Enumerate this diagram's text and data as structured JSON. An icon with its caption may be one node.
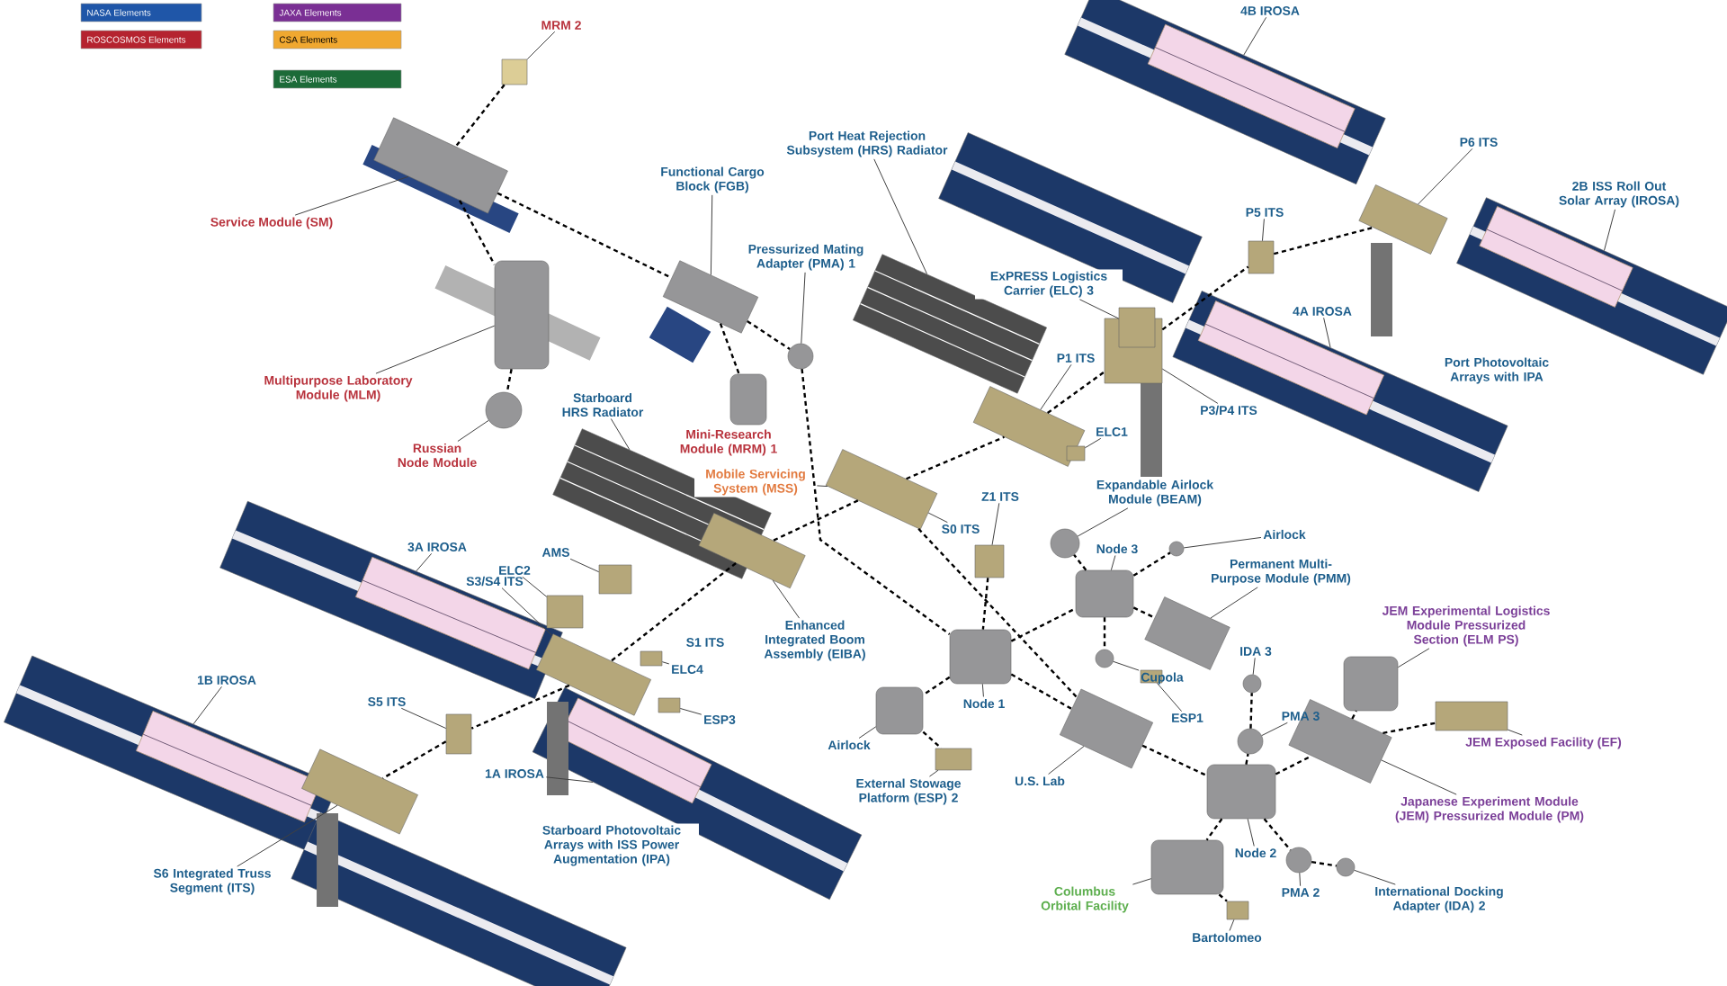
{
  "diagram": {
    "nodes": [
      {
        "text": [
          "MRM 2"
        ]
      },
      {
        "text": [
          "Service Module (SM)"
        ]
      },
      {
        "text": [
          "Functional Cargo Block (FGB)"
        ]
      },
      {
        "text": [
          "Port Heat Rejection Subsystem (HRS) Radiator"
        ]
      },
      {
        "text": [
          "Pressurized Mating Adapter (PMA) 1"
        ]
      },
      {
        "text": [
          "ExPRESS Logistics Carrier (ELC) 3"
        ]
      },
      {
        "text": [
          "P1 ITS"
        ]
      },
      {
        "text": [
          "4B IROSA"
        ]
      },
      {
        "text": [
          "P6 ITS"
        ]
      },
      {
        "text": [
          "P5 ITS"
        ]
      },
      {
        "text": [
          "2B ISS Roll Out Solar Array (IROSA)"
        ]
      },
      {
        "text": [
          "Multipurpose Laboratory Module (MLM)"
        ]
      },
      {
        "text": [
          "Russian Node Module"
        ]
      },
      {
        "text": [
          "Starboard HRS Radiator"
        ]
      },
      {
        "text": [
          "Mini-Research Module (MRM) 1"
        ]
      },
      {
        "text": [
          "Mobile Servicing System (MSS)"
        ]
      },
      {
        "text": [
          "4A IROSA"
        ]
      },
      {
        "text": [
          "P3/P4 ITS"
        ]
      },
      {
        "text": [
          "Port Photovoltaic Arrays with IPA"
        ]
      },
      {
        "text": [
          "ELC1"
        ]
      },
      {
        "text": [
          "Expandable Airlock Module (BEAM)"
        ]
      },
      {
        "text": [
          "S0 ITS"
        ]
      },
      {
        "text": [
          "Z1 ITS"
        ]
      },
      {
        "text": [
          "Airlock"
        ]
      },
      {
        "text": [
          "Node 3"
        ]
      },
      {
        "text": [
          "Permanent Multi-Purpose Module (PMM)"
        ]
      },
      {
        "text": [
          "3A IROSA"
        ]
      },
      {
        "text": [
          "ELC2"
        ]
      },
      {
        "text": [
          "AMS"
        ]
      },
      {
        "text": [
          "S3/S4 ITS"
        ]
      },
      {
        "text": [
          "Enhanced Integrated Boom Assembly (EIBA)"
        ]
      },
      {
        "text": [
          "S1 ITS"
        ]
      },
      {
        "text": [
          "1B IROSA"
        ]
      },
      {
        "text": [
          "S5 ITS"
        ]
      },
      {
        "text": [
          "ELC4"
        ]
      },
      {
        "text": [
          "ESP3"
        ]
      },
      {
        "text": [
          "1A IROSA"
        ]
      },
      {
        "text": [
          "Node 1"
        ]
      },
      {
        "text": [
          "Cupola"
        ]
      },
      {
        "text": [
          "JEM Experimental Logistics Module Pressurized Section (ELM PS)"
        ]
      },
      {
        "text": [
          "IDA 3"
        ]
      },
      {
        "text": [
          "ESP1"
        ]
      },
      {
        "text": [
          "Airlock"
        ]
      },
      {
        "text": [
          "PMA 3"
        ]
      },
      {
        "text": [
          "JEM Exposed Facility (EF)"
        ]
      },
      {
        "text": [
          "External Stowage Platform (ESP) 2"
        ]
      },
      {
        "text": [
          "U.S. Lab"
        ]
      },
      {
        "text": [
          "Japanese Experiment Module (JEM) Pressurized Module (PM)"
        ]
      },
      {
        "text": [
          "S6 Integrated Truss Segment (ITS)"
        ]
      },
      {
        "text": [
          "Starboard Photovoltaic Arrays with ISS Power Augmentation (IPA)"
        ]
      },
      {
        "text": [
          "Node 2"
        ]
      },
      {
        "text": [
          "PMA 2"
        ]
      },
      {
        "text": [
          "International Docking Adapter (IDA) 2"
        ]
      },
      {
        "text": [
          "Columbus Orbital Facility"
        ]
      },
      {
        "text": [
          "Bartolomeo"
        ]
      },
      {
        "text": [],
        "shape": "box"
      },
      {
        "text": [],
        "shape": "cylinder"
      },
      {
        "text": [],
        "shape": "cylinder"
      },
      {
        "text": [],
        "shape": "circle"
      },
      {
        "text": [],
        "shape": "cylinder"
      },
      {
        "text": [],
        "shape": "circle"
      },
      {
        "text": [],
        "shape": "cylinder"
      },
      {
        "text": [],
        "shape": "panel"
      },
      {
        "text": [],
        "shape": "panel"
      },
      {
        "text": [],
        "shape": "box"
      },
      {
        "text": [],
        "shape": "box"
      },
      {
        "text": [],
        "shape": "box"
      },
      {
        "text": [],
        "shape": "box"
      },
      {
        "text": [],
        "shape": "box"
      },
      {
        "text": [],
        "shape": "box"
      },
      {
        "text": [],
        "shape": "box"
      },
      {
        "text": [],
        "shape": "box"
      },
      {
        "text": [],
        "shape": "box"
      },
      {
        "text": [],
        "shape": "cylinder"
      },
      {
        "text": [],
        "shape": "cylinder"
      },
      {
        "text": [],
        "shape": "cylinder"
      },
      {
        "text": [],
        "shape": "cylinder"
      },
      {
        "text": [],
        "shape": "cylinder"
      },
      {
        "text": [],
        "shape": "box"
      },
      {
        "text": [],
        "shape": "cylinder"
      },
      {
        "text": [],
        "shape": "cylinder"
      },
      {
        "text": [],
        "shape": "cylinder"
      },
      {
        "text": [],
        "shape": "cylinder"
      },
      {
        "text": [],
        "shape": "circle"
      },
      {
        "text": [],
        "shape": "circle"
      },
      {
        "text": [],
        "shape": "circle"
      },
      {
        "text": [],
        "shape": "circle"
      },
      {
        "text": [],
        "shape": "circle"
      },
      {
        "text": [],
        "shape": "circle"
      },
      {
        "text": [],
        "shape": "circle"
      },
      {
        "text": [],
        "shape": "box"
      },
      {
        "text": [],
        "shape": "box"
      },
      {
        "text": [],
        "shape": "box"
      },
      {
        "text": [],
        "shape": "box"
      },
      {
        "text": [],
        "shape": "box"
      },
      {
        "text": [],
        "shape": "box"
      },
      {
        "text": [],
        "shape": "box"
      },
      {
        "text": [],
        "shape": "box"
      },
      {
        "text": [],
        "shape": "box"
      },
      {
        "text": [],
        "shape": "box"
      },
      {
        "text": [],
        "shape": "panel"
      },
      {
        "text": [],
        "shape": "panel"
      },
      {
        "text": [],
        "shape": "panel"
      },
      {
        "text": [],
        "shape": "panel"
      },
      {
        "text": [],
        "shape": "panel"
      },
      {
        "text": [],
        "shape": "panel"
      },
      {
        "text": [],
        "shape": "panel"
      },
      {
        "text": [],
        "shape": "panel"
      }
    ],
    "edges": [
      {
        "from": 0,
        "to": 55,
        "arrow": "none"
      },
      {
        "from": 1,
        "to": 56,
        "arrow": "none"
      },
      {
        "from": 2,
        "to": 59,
        "arrow": "none"
      },
      {
        "from": 3,
        "to": 62,
        "arrow": "none"
      },
      {
        "from": 4,
        "to": 60,
        "arrow": "none"
      },
      {
        "from": 5,
        "to": 95,
        "arrow": "none"
      },
      {
        "from": 6,
        "to": 64,
        "arrow": "none"
      },
      {
        "from": 7,
        "to": 100,
        "arrow": "none"
      },
      {
        "from": 8,
        "to": 72,
        "arrow": "none"
      },
      {
        "from": 9,
        "to": 71,
        "arrow": "none"
      },
      {
        "from": 10,
        "to": 101,
        "arrow": "none"
      },
      {
        "from": 11,
        "to": 57,
        "arrow": "none"
      },
      {
        "from": 12,
        "to": 58,
        "arrow": "none"
      },
      {
        "from": 13,
        "to": 63,
        "arrow": "none"
      },
      {
        "from": 15,
        "to": 65,
        "arrow": "none"
      },
      {
        "from": 16,
        "to": 103,
        "arrow": "none"
      },
      {
        "from": 17,
        "to": 70,
        "arrow": "none"
      },
      {
        "from": 19,
        "to": 97,
        "arrow": "none"
      },
      {
        "from": 20,
        "to": 83,
        "arrow": "none"
      },
      {
        "from": 21,
        "to": 65,
        "arrow": "none"
      },
      {
        "from": 22,
        "to": 96,
        "arrow": "none"
      },
      {
        "from": 23,
        "to": 89,
        "arrow": "none"
      },
      {
        "from": 24,
        "to": 79,
        "arrow": "none"
      },
      {
        "from": 25,
        "to": 80,
        "arrow": "none"
      },
      {
        "from": 26,
        "to": 104,
        "arrow": "none"
      },
      {
        "from": 27,
        "to": 94,
        "arrow": "none"
      },
      {
        "from": 28,
        "to": 93,
        "arrow": "none"
      },
      {
        "from": 29,
        "to": 67,
        "arrow": "none"
      },
      {
        "from": 30,
        "to": 66,
        "arrow": "none"
      },
      {
        "from": 32,
        "to": 106,
        "arrow": "none"
      },
      {
        "from": 33,
        "to": 68,
        "arrow": "none"
      },
      {
        "from": 34,
        "to": 98,
        "arrow": "none"
      },
      {
        "from": 35,
        "to": 99,
        "arrow": "none"
      },
      {
        "from": 36,
        "to": 105,
        "arrow": "none"
      },
      {
        "from": 37,
        "to": 73,
        "arrow": "none"
      },
      {
        "from": 38,
        "to": 84,
        "arrow": "none"
      },
      {
        "from": 39,
        "to": 77,
        "arrow": "none"
      },
      {
        "from": 40,
        "to": 86,
        "arrow": "none"
      },
      {
        "from": 41,
        "to": 91,
        "arrow": "none"
      },
      {
        "from": 42,
        "to": 82,
        "arrow": "none"
      },
      {
        "from": 43,
        "to": 85,
        "arrow": "none"
      },
      {
        "from": 44,
        "to": 78,
        "arrow": "none"
      },
      {
        "from": 45,
        "to": 90,
        "arrow": "none"
      },
      {
        "from": 46,
        "to": 74,
        "arrow": "none"
      },
      {
        "from": 47,
        "to": 76,
        "arrow": "none"
      },
      {
        "from": 48,
        "to": 69,
        "arrow": "none"
      },
      {
        "from": 50,
        "to": 75,
        "arrow": "none"
      },
      {
        "from": 51,
        "to": 87,
        "arrow": "none"
      },
      {
        "from": 52,
        "to": 88,
        "arrow": "none"
      },
      {
        "from": 53,
        "to": 81,
        "arrow": "none"
      },
      {
        "from": 54,
        "to": 92,
        "arrow": "none"
      },
      {
        "from": 55,
        "to": 56,
        "arrow": "none",
        "style": "dashed",
        "color": "#000000"
      },
      {
        "from": 56,
        "to": 57,
        "arrow": "none",
        "style": "dashed",
        "color": "#000000"
      },
      {
        "from": 57,
        "to": 58,
        "arrow": "none",
        "style": "dashed",
        "color": "#000000"
      },
      {
        "from": 56,
        "to": 59,
        "arrow": "none",
        "style": "dashed",
        "color": "#000000"
      },
      {
        "from": 59,
        "to": 60,
        "arrow": "none",
        "style": "dashed",
        "color": "#000000"
      },
      {
        "from": 59,
        "to": 61,
        "arrow": "none",
        "style": "dashed",
        "color": "#000000"
      },
      {
        "from": 60,
        "to": 73,
        "arrow": "none",
        "style": "dashed",
        "color": "#000000"
      },
      {
        "from": 73,
        "to": 74,
        "arrow": "none",
        "style": "dashed",
        "color": "#000000"
      },
      {
        "from": 74,
        "to": 75,
        "arrow": "none",
        "style": "dashed",
        "color": "#000000"
      },
      {
        "from": 75,
        "to": 87,
        "arrow": "none",
        "style": "dashed",
        "color": "#000000"
      },
      {
        "from": 87,
        "to": 88,
        "arrow": "none",
        "style": "dashed",
        "color": "#000000"
      },
      {
        "from": 75,
        "to": 81,
        "arrow": "none",
        "style": "dashed",
        "color": "#000000"
      },
      {
        "from": 75,
        "to": 76,
        "arrow": "none",
        "style": "dashed",
        "color": "#000000"
      },
      {
        "from": 75,
        "to": 85,
        "arrow": "none",
        "style": "dashed",
        "color": "#000000"
      },
      {
        "from": 85,
        "to": 86,
        "arrow": "none",
        "style": "dashed",
        "color": "#000000"
      },
      {
        "from": 76,
        "to": 77,
        "arrow": "none",
        "style": "dashed",
        "color": "#000000"
      },
      {
        "from": 76,
        "to": 78,
        "arrow": "none",
        "style": "dashed",
        "color": "#000000"
      },
      {
        "from": 73,
        "to": 79,
        "arrow": "none",
        "style": "dashed",
        "color": "#000000"
      },
      {
        "from": 79,
        "to": 83,
        "arrow": "none",
        "style": "dashed",
        "color": "#000000"
      },
      {
        "from": 79,
        "to": 89,
        "arrow": "none",
        "style": "dashed",
        "color": "#000000"
      },
      {
        "from": 79,
        "to": 80,
        "arrow": "none",
        "style": "dashed",
        "color": "#000000"
      },
      {
        "from": 79,
        "to": 84,
        "arrow": "none",
        "style": "dashed",
        "color": "#000000"
      },
      {
        "from": 73,
        "to": 82,
        "arrow": "none",
        "style": "dashed",
        "color": "#000000"
      },
      {
        "from": 82,
        "to": 90,
        "arrow": "none",
        "style": "dashed",
        "color": "#000000"
      },
      {
        "from": 96,
        "to": 73,
        "arrow": "none",
        "style": "dashed",
        "color": "#000000"
      },
      {
        "from": 65,
        "to": 74,
        "arrow": "none",
        "style": "dashed",
        "color": "#000000"
      },
      {
        "from": 65,
        "to": 64,
        "arrow": "none",
        "style": "dashed",
        "color": "#000000"
      },
      {
        "from": 64,
        "to": 70,
        "arrow": "none",
        "style": "dashed",
        "color": "#000000"
      },
      {
        "from": 70,
        "to": 71,
        "arrow": "none",
        "style": "dashed",
        "color": "#000000"
      },
      {
        "from": 71,
        "to": 72,
        "arrow": "none",
        "style": "dashed",
        "color": "#000000"
      },
      {
        "from": 65,
        "to": 66,
        "arrow": "none",
        "style": "dashed",
        "color": "#000000"
      },
      {
        "from": 66,
        "to": 67,
        "arrow": "none",
        "style": "dashed",
        "color": "#000000"
      },
      {
        "from": 67,
        "to": 68,
        "arrow": "none",
        "style": "dashed",
        "color": "#000000"
      },
      {
        "from": 68,
        "to": 69,
        "arrow": "none",
        "style": "dashed",
        "color": "#000000"
      },
      {
        "from": 81,
        "to": 92,
        "arrow": "none",
        "style": "dashed",
        "color": "#000000"
      }
    ],
    "legend": [
      {
        "text": "NASA Elements",
        "color": "#1f56a8"
      },
      {
        "text": "ROSCOSMOS Elements",
        "color": "#b5232f"
      },
      {
        "text": "JAXA Elements",
        "color": "#7a2f94"
      },
      {
        "text": "CSA Elements",
        "color": "#f0a830"
      },
      {
        "text": "ESA Elements",
        "color": "#1c6b38"
      }
    ]
  }
}
